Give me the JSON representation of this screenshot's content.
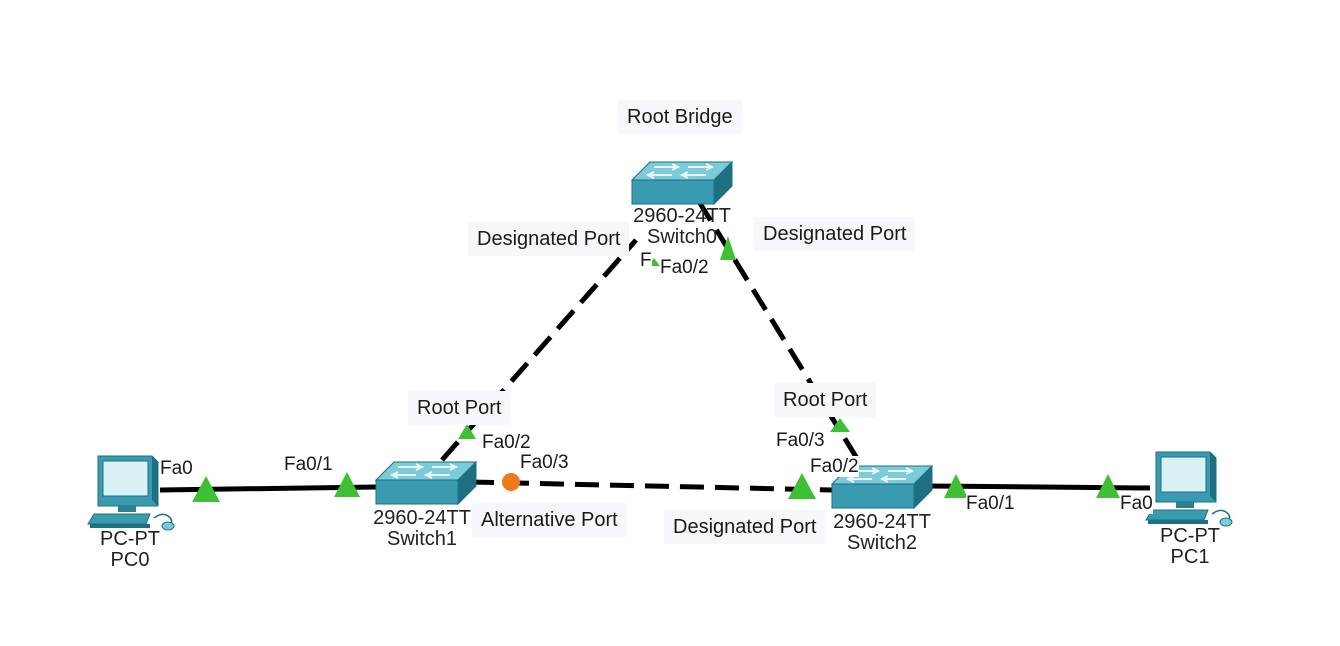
{
  "colors": {
    "link": "#000000",
    "port_up": "#3fbf34",
    "port_blocked": "#f07a18",
    "device_teal": "#3a9bb0",
    "device_teal_dark": "#1f6f82",
    "device_teal_light": "#7ccbd8"
  },
  "devices": {
    "switch0": {
      "model": "2960-24TT",
      "name": "Switch0",
      "icon": "switch-icon"
    },
    "switch1": {
      "model": "2960-24TT",
      "name": "Switch1",
      "icon": "switch-icon"
    },
    "switch2": {
      "model": "2960-24TT",
      "name": "Switch2",
      "icon": "switch-icon"
    },
    "pc0": {
      "model": "PC-PT",
      "name": "PC0",
      "icon": "pc-icon"
    },
    "pc1": {
      "model": "PC-PT",
      "name": "PC1",
      "icon": "pc-icon"
    }
  },
  "ports": {
    "sw0_left": "F",
    "sw0_right": "Fa0/2",
    "sw1_top": "Fa0/2",
    "sw1_right": "Fa0/3",
    "sw1_left": "Fa0/1",
    "sw2_top": "Fa0/3",
    "sw2_left": "Fa0/2",
    "sw2_right": "Fa0/1",
    "pc0": "Fa0",
    "pc1": "Fa0"
  },
  "notes": {
    "root_bridge": "Root Bridge",
    "designated_left": "Designated Port",
    "designated_right": "Designated Port",
    "root_port_left": "Root Port",
    "root_port_right": "Root Port",
    "alternative_port": "Alternative Port",
    "designated_bottom": "Designated Port"
  },
  "port_states": {
    "sw1_left": "up",
    "sw1_top": "up",
    "sw1_right": "blocked",
    "sw0_left": "up",
    "sw0_right": "up",
    "sw2_top": "up",
    "sw2_left": "up",
    "sw2_right": "up",
    "pc0": "up",
    "pc1": "up"
  }
}
